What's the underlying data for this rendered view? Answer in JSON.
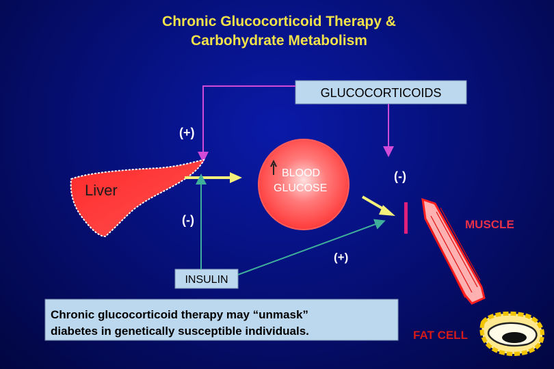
{
  "title": {
    "line1": "Chronic Glucocorticoid Therapy &",
    "line2": "Carbohydrate Metabolism"
  },
  "nodes": {
    "glucocorticoids": "GLUCOCORTICOIDS",
    "liver": "Liver",
    "blood_line1": "BLOOD",
    "blood_line2": "GLUCOSE",
    "muscle": "MUSCLE",
    "insulin": "INSULIN",
    "fat_cell": "FAT CELL"
  },
  "effects": {
    "gc_liver": "(+)",
    "gc_muscle": "(-)",
    "insulin_liver": "(-)",
    "insulin_muscle": "(+)"
  },
  "note": {
    "line1": "Chronic glucocorticoid therapy may “unmask”",
    "line2": "diabetes in genetically susceptible individuals."
  },
  "colors": {
    "title": "#f2e24a",
    "pathway_magenta": "#d24bd8",
    "pathway_teal": "#3fae9a",
    "arrow_yellow": "#f4f07a",
    "box_fill": "#bcd8ef",
    "muscle_label": "#e83048",
    "fat_label": "#d41a1a",
    "inhibit_bar": "#e0207a",
    "organ_red": "#ff3030"
  },
  "icons": [
    "up-arrow-icon",
    "liver-icon",
    "muscle-icon",
    "fat-cell-icon",
    "blood-glucose-circle"
  ]
}
